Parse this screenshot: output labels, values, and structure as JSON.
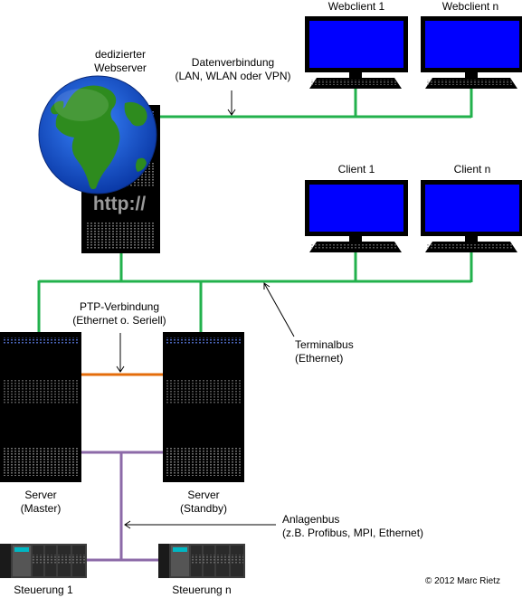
{
  "labels": {
    "webserver_line1": "dedizierter",
    "webserver_line2": "Webserver",
    "data_conn_line1": "Datenverbindung",
    "data_conn_line2": "(LAN, WLAN oder VPN)",
    "webclient_1": "Webclient 1",
    "webclient_n": "Webclient n",
    "client_1": "Client 1",
    "client_n": "Client n",
    "http": "http://",
    "ptp_line1": "PTP-Verbindung",
    "ptp_line2": "(Ethernet o. Seriell)",
    "terminalbus_line1": "Terminalbus",
    "terminalbus_line2": "(Ethernet)",
    "server_master_line1": "Server",
    "server_master_line2": "(Master)",
    "server_standby_line1": "Server",
    "server_standby_line2": "(Standby)",
    "anlagenbus_line1": "Anlagenbus",
    "anlagenbus_line2": "(z.B. Profibus,  MPI, Ethernet)",
    "steuerung_1": "Steuerung  1",
    "steuerung_n": "Steuerung  n",
    "copyright": "© 2012 Marc Rietz"
  },
  "colors": {
    "network_green": "#22b14c",
    "ptp_orange": "#e46c0a",
    "plant_purple": "#8c6aa8",
    "monitor_blue": "#0000ff",
    "server_black": "#000000",
    "globe_ocean": "#1f5fd8",
    "globe_land": "#2e8b1e"
  }
}
